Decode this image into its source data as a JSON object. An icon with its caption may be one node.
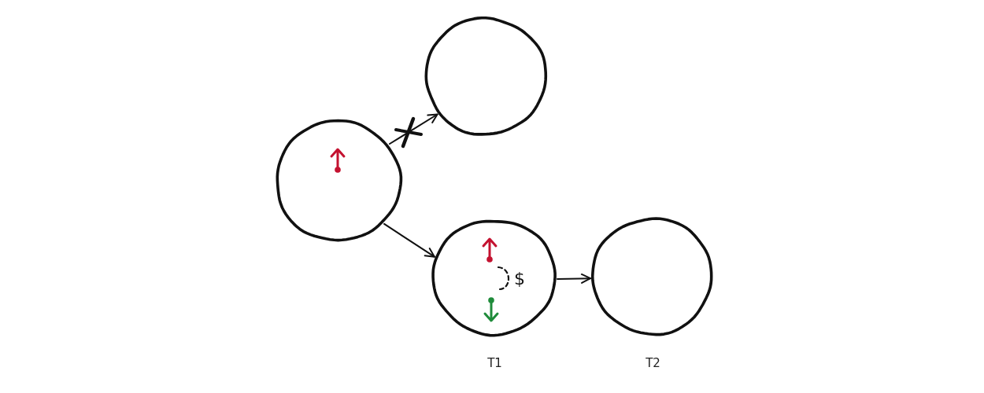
{
  "diagram": {
    "nodes": [
      {
        "text": [],
        "shape": "circle"
      },
      {
        "text": [],
        "shape": "circle"
      },
      {
        "text": [
          "$"
        ],
        "beside": [
          "T1"
        ]
      },
      {
        "text": [],
        "shape": "circle",
        "beside": [
          "T2"
        ]
      }
    ],
    "edges": [
      {
        "from": 0,
        "to": 1,
        "arrow": "to"
      },
      {
        "from": 0,
        "to": 2,
        "arrow": "to"
      },
      {
        "from": 2,
        "to": 3,
        "arrow": "to"
      }
    ]
  }
}
